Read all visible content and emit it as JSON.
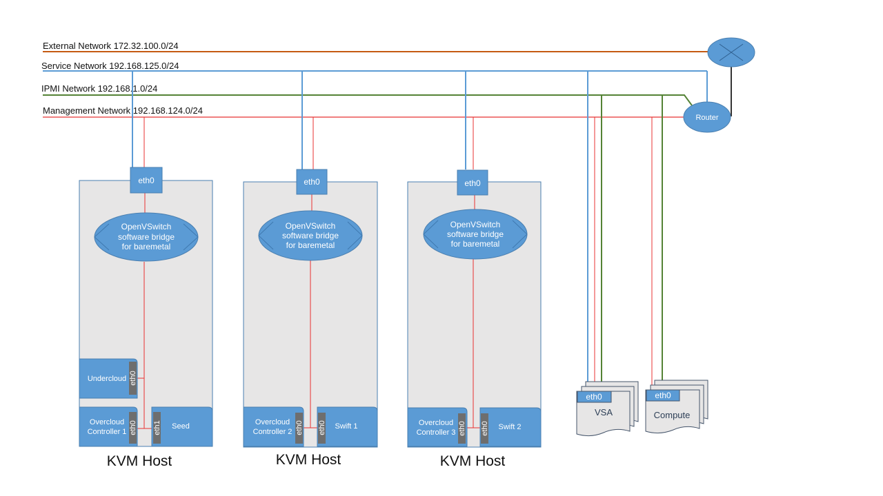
{
  "networks": {
    "external": "External Network 172.32.100.0/24",
    "service": "Service Network 192.168.125.0/24",
    "ipmi": "IPMI Network 192.168.1.0/24",
    "management": "Management Network 192.168.124.0/24"
  },
  "router": {
    "label": "Router"
  },
  "colors": {
    "external": "#c55a11",
    "service": "#5b9bd5",
    "ipmi": "#548235",
    "management": "#e83030",
    "node_fill": "#5b9bd5",
    "host_fill": "#e7e6e6",
    "port_fill": "#6e6e6e"
  },
  "hosts": [
    {
      "label": "KVM Host",
      "nic": "eth0",
      "bridge": [
        "OpenVSwitch",
        "software bridge",
        "for baremetal"
      ],
      "undercloud": {
        "label": "Undercloud",
        "port": "eth0"
      },
      "vm_left": {
        "label_line1": "Overcloud",
        "label_line2": "Controller 1",
        "port": "eth0"
      },
      "vm_right": {
        "label": "Seed",
        "port": "eth1"
      }
    },
    {
      "label": "KVM Host",
      "nic": "eth0",
      "bridge": [
        "OpenVSwitch",
        "software bridge",
        "for baremetal"
      ],
      "vm_left": {
        "label_line1": "Overcloud",
        "label_line2": "Controller 2",
        "port": "eth0"
      },
      "vm_right": {
        "label": "Swift 1",
        "port": "eth0"
      }
    },
    {
      "label": "KVM Host",
      "nic": "eth0",
      "bridge": [
        "OpenVSwitch",
        "software bridge",
        "for baremetal"
      ],
      "vm_left": {
        "label_line1": "Overcloud",
        "label_line2": "Controller 3",
        "port": "eth0"
      },
      "vm_right": {
        "label": "Swift 2",
        "port": "eth0"
      }
    }
  ],
  "devices": [
    {
      "label": "VSA",
      "port": "eth0"
    },
    {
      "label": "Compute",
      "port": "eth0"
    }
  ]
}
